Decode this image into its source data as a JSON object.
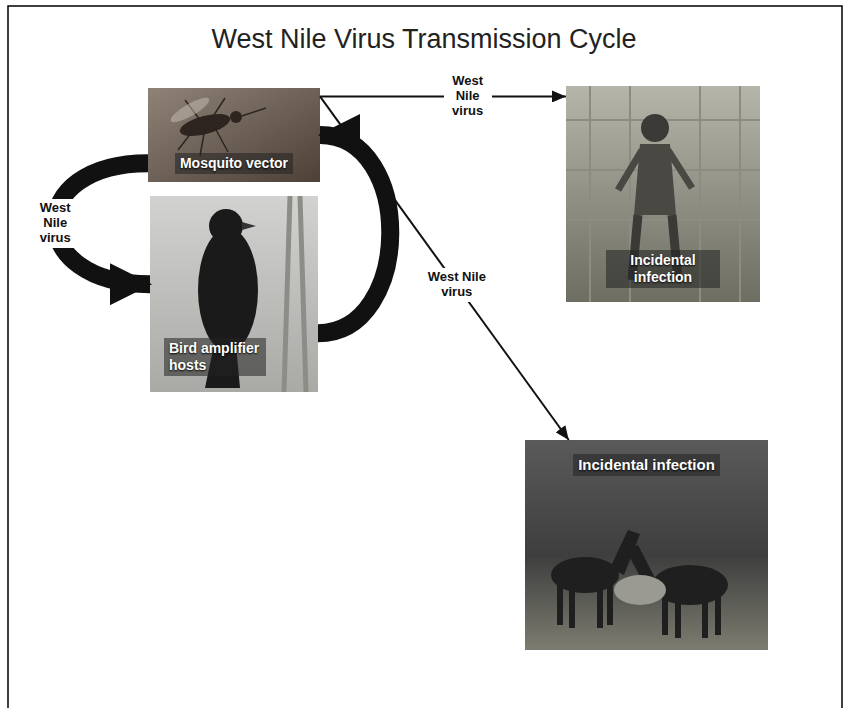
{
  "diagram": {
    "title": "West Nile Virus Transmission Cycle",
    "nodes": [
      {
        "text": [
          "Mosquito vector"
        ]
      },
      {
        "text": [
          "Bird amplifier hosts"
        ]
      },
      {
        "text": [
          "Incidental infection"
        ]
      },
      {
        "text": [
          "Incidental infection"
        ]
      }
    ],
    "edges": [
      {
        "from": 0,
        "to": 2,
        "arrow": "to",
        "label": "West Nile virus"
      },
      {
        "from": 0,
        "to": 3,
        "arrow": "to",
        "label": "West Nile virus"
      },
      {
        "from": 0,
        "to": 1,
        "arrow": "to",
        "label": "West Nile virus"
      },
      {
        "from": 1,
        "to": 0,
        "arrow": "to"
      }
    ]
  }
}
